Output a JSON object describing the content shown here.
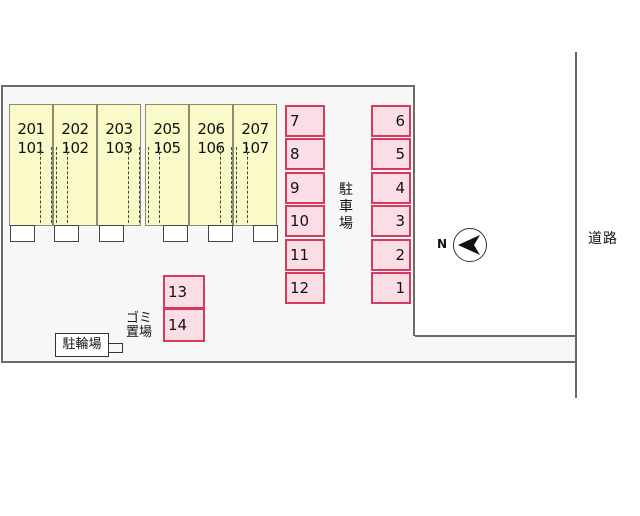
{
  "units": [
    {
      "upper": "201",
      "lower": "101"
    },
    {
      "upper": "202",
      "lower": "102"
    },
    {
      "upper": "203",
      "lower": "103"
    },
    {
      "upper": "205",
      "lower": "105"
    },
    {
      "upper": "206",
      "lower": "106"
    },
    {
      "upper": "207",
      "lower": "107"
    }
  ],
  "parking_center": [
    "7",
    "8",
    "9",
    "10",
    "11",
    "12"
  ],
  "parking_right": [
    "6",
    "5",
    "4",
    "3",
    "2",
    "1"
  ],
  "parking_lower": [
    "13",
    "14"
  ],
  "labels": {
    "parking_lot": "駐車場",
    "bicycle_parking": "駐輪場",
    "garbage_area": "ゴミ置場",
    "road": "道路",
    "compass": "N"
  },
  "colors": {
    "unit_fill": "#fafac8",
    "parking_border": "#d83a5c",
    "parking_fill": "#fbdde6"
  }
}
